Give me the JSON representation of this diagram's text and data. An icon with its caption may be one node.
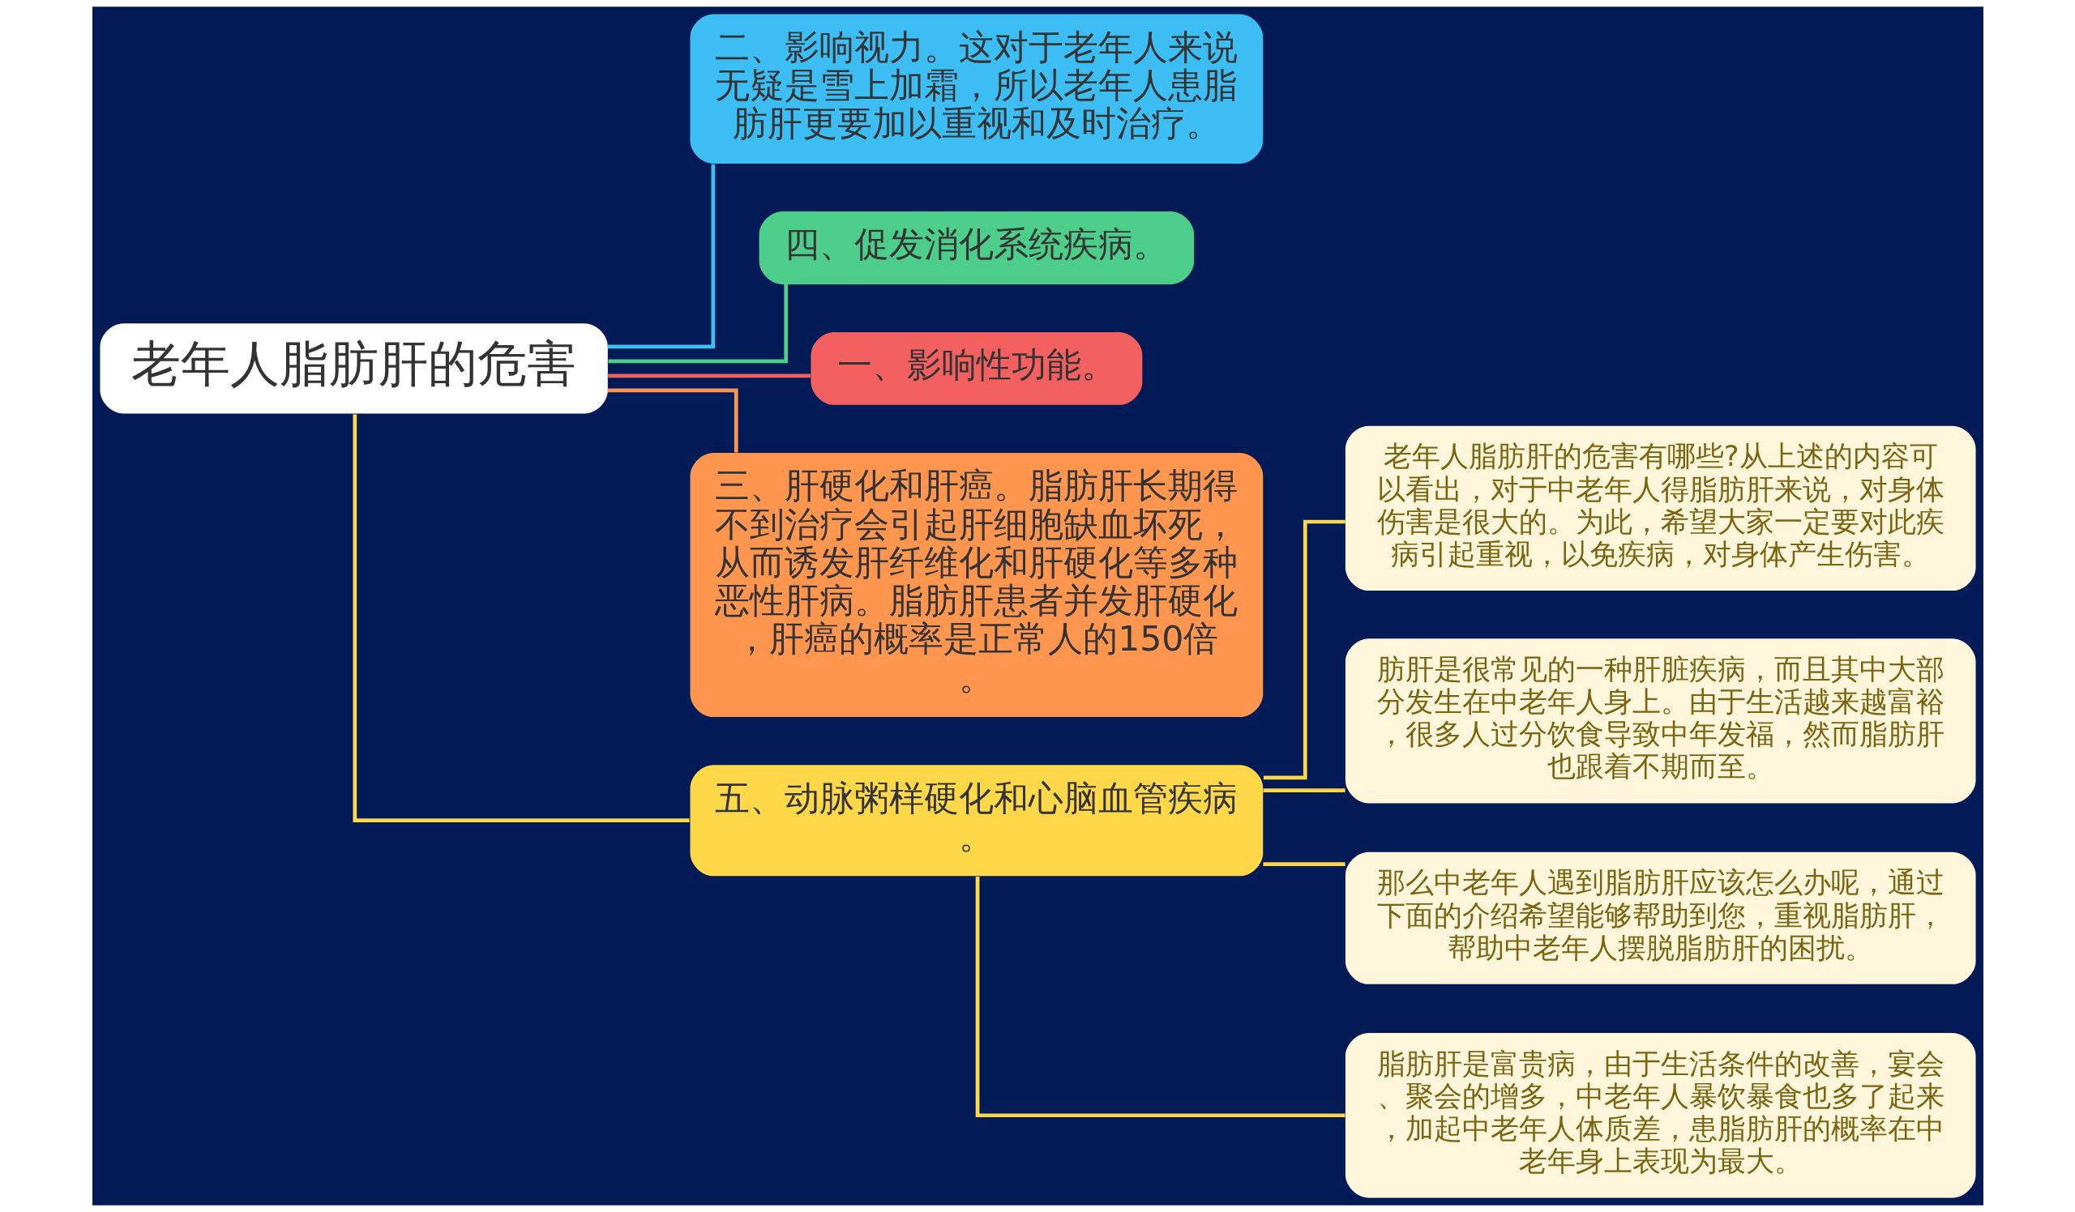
{
  "diagram": {
    "nodes": [
      {
        "text": [
          "老年人脂肪肝的危害"
        ]
      },
      {
        "text": [
          "二、影响视力。这对于老年人来说无疑是雪上加霜，所以老年人患脂肪肝更要加以重视和及时治疗。"
        ]
      },
      {
        "text": [
          "四、促发消化系统疾病。"
        ]
      },
      {
        "text": [
          "一、影响性功能。"
        ]
      },
      {
        "text": [
          "三、肝硬化和肝癌。脂肪肝长期得不到治疗会引起肝细胞缺血坏死，从而诱发肝纤维化和肝硬化等多种恶性肝病。脂肪肝患者并发肝硬化，肝癌的概率是正常人的150倍。"
        ]
      },
      {
        "text": [
          "五、动脉粥样硬化和心脑血管疾病。"
        ]
      },
      {
        "text": [
          "老年人脂肪肝的危害有哪些?从上述的内容可以看出，对于中老年人得脂肪肝来说，对身体伤害是很大的。为此，希望大家一定要对此疾病引起重视，以免疾病，对身体产生伤害。"
        ]
      },
      {
        "text": [
          "肪肝是很常见的一种肝脏疾病，而且其中大部分发生在中老年人身上。由于生活越来越富裕，很多人过分饮食导致中年发福，然而脂肪肝也跟着不期而至。"
        ]
      },
      {
        "text": [
          "那么中老年人遇到脂肪肝应该怎么办呢，通过下面的介绍希望能够帮助到您，重视脂肪肝，帮助中老年人摆脱脂肪肝的困扰。"
        ]
      },
      {
        "text": [
          "脂肪肝是富贵病，由于生活条件的改善，宴会、聚会的增多，中老年人暴饮暴食也多了起来，加起中老年人体质差，患脂肪肝的概率在中老年身上表现为最大。"
        ]
      }
    ],
    "edges": [
      {
        "from": 0,
        "to": 1,
        "arrow": "none",
        "color": "#3cbef5"
      },
      {
        "from": 0,
        "to": 2,
        "arrow": "none",
        "color": "#4ccd8a"
      },
      {
        "from": 0,
        "to": 3,
        "arrow": "none",
        "color": "#f26060"
      },
      {
        "from": 0,
        "to": 4,
        "arrow": "none",
        "color": "#ff9650"
      },
      {
        "from": 0,
        "to": 5,
        "arrow": "none"
      },
      {
        "from": 5,
        "to": 6,
        "arrow": "none"
      },
      {
        "from": 5,
        "to": 7,
        "arrow": "none"
      },
      {
        "from": 5,
        "to": 8,
        "arrow": "none"
      },
      {
        "from": 5,
        "to": 9,
        "arrow": "none"
      }
    ]
  }
}
